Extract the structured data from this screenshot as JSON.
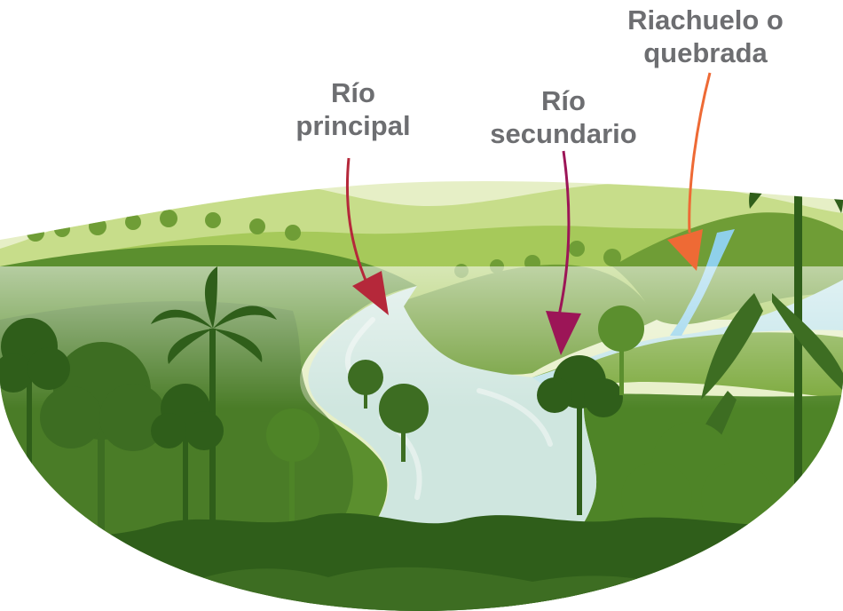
{
  "labels": {
    "rio_principal": [
      "Río",
      "principal"
    ],
    "rio_secundario": [
      "Río",
      "secundario"
    ],
    "riachuelo": [
      "Riachuelo o",
      "quebrada"
    ]
  },
  "colors": {
    "text": "#6d6e71",
    "arrow_principal": "#b5283a",
    "arrow_secundario": "#9c1557",
    "arrow_riachuelo": "#ee6a35",
    "water": "#cfe6df",
    "water_highlight": "#e8f3ef",
    "far_hills": "#c7dd8a",
    "mid_hills": "#a6c95a",
    "forest_dark": "#3d6d22",
    "forest_mid": "#5b8f2e",
    "forest_light": "#86b340",
    "waterfall": "#8fd0ea"
  },
  "icons": [
    "palm-tree-icon",
    "broadleaf-tree-icon",
    "fern-icon",
    "arrow-icon"
  ]
}
